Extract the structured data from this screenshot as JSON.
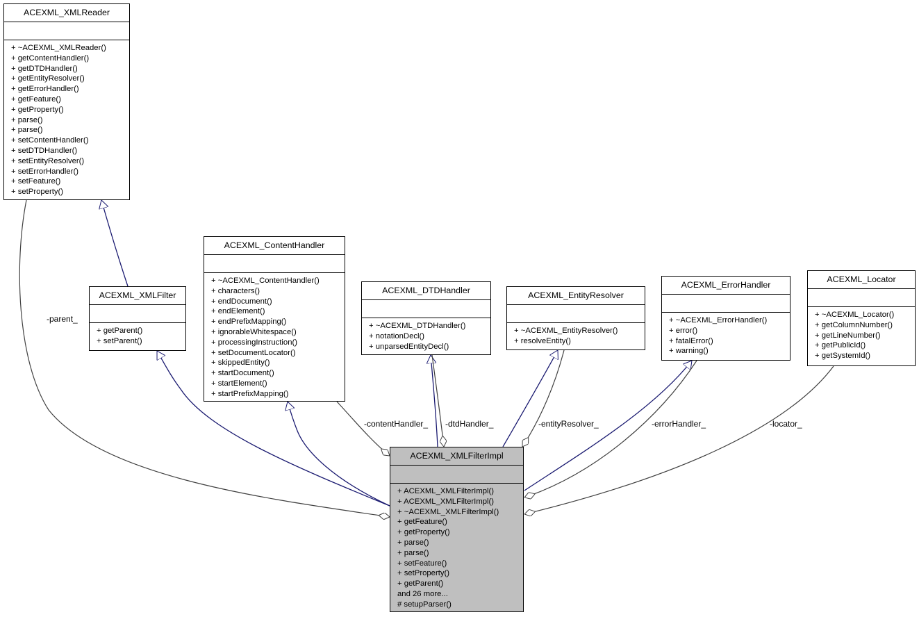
{
  "colors": {
    "inheritance": "#191970",
    "association": "#404040",
    "focus_fill": "#bfbfbf"
  },
  "classes": {
    "xmlreader": {
      "name": "ACEXML_XMLReader",
      "ops": [
        "+ ~ACEXML_XMLReader()",
        "+ getContentHandler()",
        "+ getDTDHandler()",
        "+ getEntityResolver()",
        "+ getErrorHandler()",
        "+ getFeature()",
        "+ getProperty()",
        "+ parse()",
        "+ parse()",
        "+ setContentHandler()",
        "+ setDTDHandler()",
        "+ setEntityResolver()",
        "+ setErrorHandler()",
        "+ setFeature()",
        "+ setProperty()"
      ]
    },
    "xmlfilter": {
      "name": "ACEXML_XMLFilter",
      "ops": [
        "+ getParent()",
        "+ setParent()"
      ]
    },
    "contenthandler": {
      "name": "ACEXML_ContentHandler",
      "ops": [
        "+ ~ACEXML_ContentHandler()",
        "+ characters()",
        "+ endDocument()",
        "+ endElement()",
        "+ endPrefixMapping()",
        "+ ignorableWhitespace()",
        "+ processingInstruction()",
        "+ setDocumentLocator()",
        "+ skippedEntity()",
        "+ startDocument()",
        "+ startElement()",
        "+ startPrefixMapping()"
      ]
    },
    "dtdhandler": {
      "name": "ACEXML_DTDHandler",
      "ops": [
        "+ ~ACEXML_DTDHandler()",
        "+ notationDecl()",
        "+ unparsedEntityDecl()"
      ]
    },
    "entityresolver": {
      "name": "ACEXML_EntityResolver",
      "ops": [
        "+ ~ACEXML_EntityResolver()",
        "+ resolveEntity()"
      ]
    },
    "errorhandler": {
      "name": "ACEXML_ErrorHandler",
      "ops": [
        "+ ~ACEXML_ErrorHandler()",
        "+ error()",
        "+ fatalError()",
        "+ warning()"
      ]
    },
    "locator": {
      "name": "ACEXML_Locator",
      "ops": [
        "+ ~ACEXML_Locator()",
        "+ getColumnNumber()",
        "+ getLineNumber()",
        "+ getPublicId()",
        "+ getSystemId()"
      ]
    },
    "filterimpl": {
      "name": "ACEXML_XMLFilterImpl",
      "ops": [
        "+ ACEXML_XMLFilterImpl()",
        "+ ACEXML_XMLFilterImpl()",
        "+ ~ACEXML_XMLFilterImpl()",
        "+ getFeature()",
        "+ getProperty()",
        "+ parse()",
        "+ parse()",
        "+ setFeature()",
        "+ setProperty()",
        "+ getParent()",
        "and 26 more...",
        "# setupParser()"
      ]
    }
  },
  "edge_labels": {
    "parent": "-parent_",
    "content_handler": "-contentHandler_",
    "dtd_handler": "-dtdHandler_",
    "entity_resolver": "-entityResolver_",
    "error_handler": "-errorHandler_",
    "locator": "-locator_"
  }
}
